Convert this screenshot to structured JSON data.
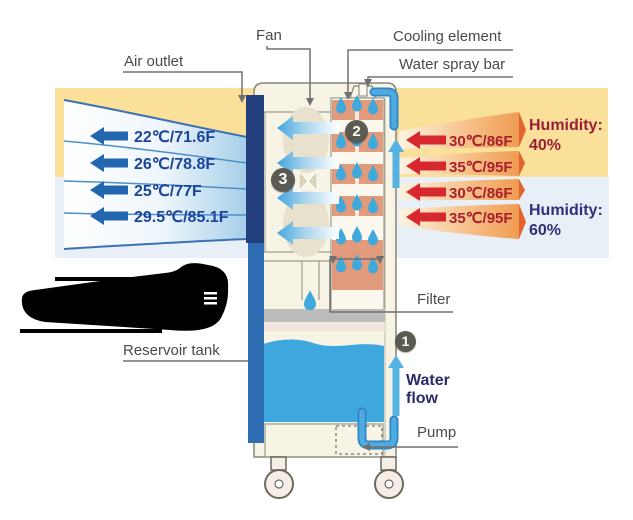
{
  "callouts": {
    "fan": "Fan",
    "cooling_element": "Cooling element",
    "water_spray_bar": "Water spray bar",
    "air_outlet": "Air outlet",
    "filter": "Filter",
    "reservoir_tank": "Reservoir tank",
    "pump": "Pump",
    "water_flow": "Water flow"
  },
  "cold_air_temps": [
    "22℃/71.6F",
    "26℃/78.8F",
    "25℃/77F",
    "29.5℃/85.1F"
  ],
  "hot_air_temps": [
    "30℃/86F",
    "35℃/95F",
    "30℃/86F",
    "35℃/95F"
  ],
  "humidity_top": {
    "label": "Humidity:",
    "value": "40%"
  },
  "humidity_bottom": {
    "label": "Humidity:",
    "value": "60%"
  },
  "step_badges": {
    "one": "1",
    "two": "2",
    "three": "3"
  },
  "colors": {
    "yellow_band": "#FBE099",
    "blue_band": "#E9EFF6",
    "cold_arrow": "#2166AE",
    "hot_arrow": "#D7282F",
    "cold_text": "#1B449B",
    "hot_text": "#A8202E",
    "humidity_40_text": "#9C1C38",
    "humidity_60_text": "#2F2F7B",
    "water": "#3FA9DC",
    "navy_vent": "#233F7D",
    "cooling_element": "#E19A7C"
  }
}
